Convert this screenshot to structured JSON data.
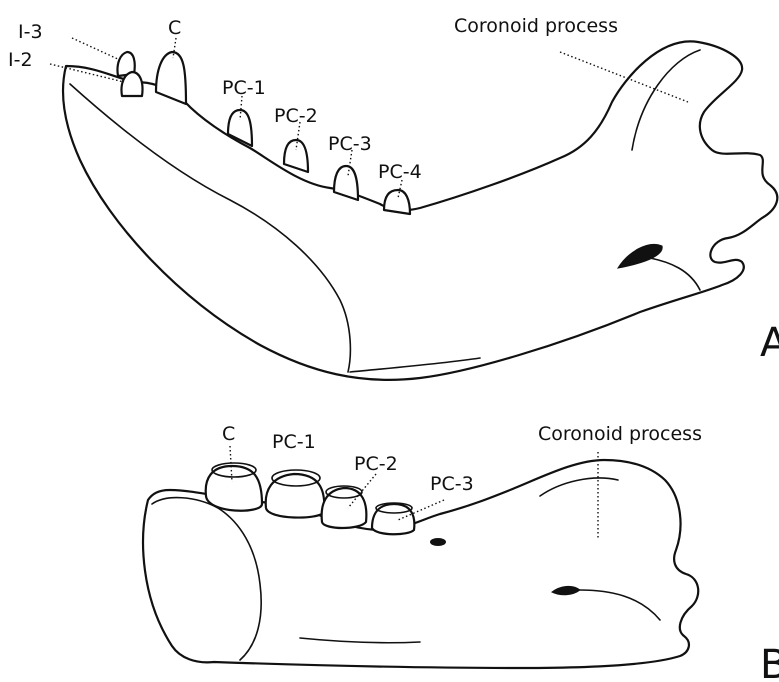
{
  "panel_a": {
    "panel_label": "A",
    "labels": {
      "i3": "I-3",
      "i2": "I-2",
      "c": "C",
      "pc1": "PC-1",
      "pc2": "PC-2",
      "pc3": "PC-3",
      "pc4": "PC-4",
      "coronoid": "Coronoid process"
    }
  },
  "panel_b": {
    "panel_label": "B",
    "labels": {
      "c": "C",
      "pc1": "PC-1",
      "pc2": "PC-2",
      "pc3": "PC-3",
      "coronoid": "Coronoid process"
    }
  }
}
